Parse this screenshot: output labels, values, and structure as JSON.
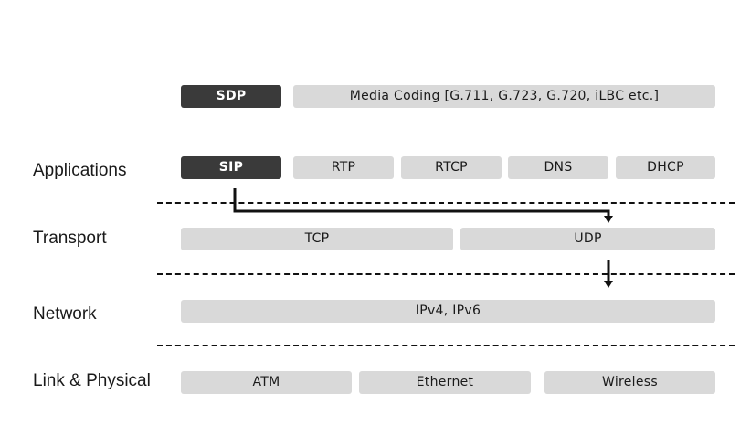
{
  "layers": {
    "applications": "Applications",
    "transport": "Transport",
    "network": "Network",
    "link_physical": "Link & Physical"
  },
  "boxes": {
    "sdp": "SDP",
    "media_coding": "Media Coding [G.711, G.723, G.720, iLBC etc.]",
    "sip": "SIP",
    "rtp": "RTP",
    "rtcp": "RTCP",
    "dns": "DNS",
    "dhcp": "DHCP",
    "tcp": "TCP",
    "udp": "UDP",
    "ip": "IPv4, IPv6",
    "atm": "ATM",
    "ethernet": "Ethernet",
    "wireless": "Wireless"
  },
  "colors": {
    "box_fill": "#d9d9d9",
    "highlight_fill": "#3a3a3a",
    "line": "#111111"
  }
}
